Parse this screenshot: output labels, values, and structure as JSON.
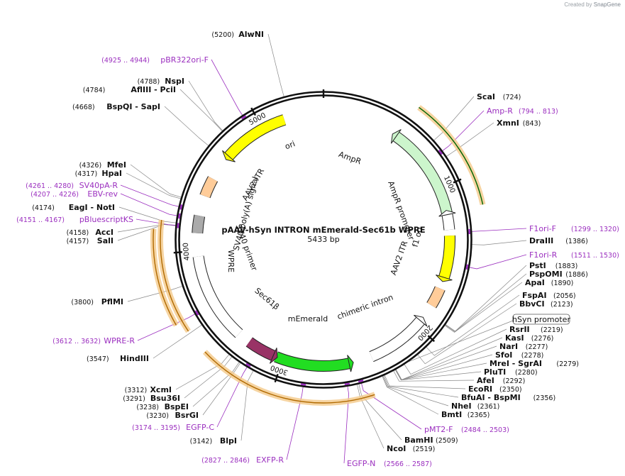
{
  "credit": {
    "prefix": "Created by",
    "brand": "SnapGene"
  },
  "plasmid": {
    "name": "pAAV-hSyn INTRON mEmerald-Sec61b WPRE",
    "size_label": "5433 bp",
    "length": 5433
  },
  "ticks": [
    {
      "pos": 0,
      "label": ""
    },
    {
      "pos": 1000,
      "label": "1000"
    },
    {
      "pos": 2000,
      "label": "2000"
    },
    {
      "pos": 3000,
      "label": "3000"
    },
    {
      "pos": 4000,
      "label": "4000"
    },
    {
      "pos": 5000,
      "label": "5000"
    }
  ],
  "features": [
    {
      "name": "ori",
      "start": 4700,
      "end": 5160,
      "dir": -1,
      "track": 0,
      "color": "#ffff00"
    },
    {
      "name": "AmpR",
      "start": 530,
      "end": 1180,
      "dir": -1,
      "track": 0,
      "color": "#ccf5cc"
    },
    {
      "name": "AmpR promoter",
      "start": 1185,
      "end": 1290,
      "dir": -1,
      "track": 0,
      "color": "#ffffff"
    },
    {
      "name": "f1 ori",
      "start": 1330,
      "end": 1620,
      "dir": 1,
      "track": 0,
      "color": "#ffff00"
    },
    {
      "name": "AAV2 ITR",
      "start": 1700,
      "end": 1830,
      "dir": 0,
      "track": 0,
      "color": "#ffcc99"
    },
    {
      "name": "chimeric intron",
      "start": 1960,
      "end": 2380,
      "dir": -1,
      "track": 0,
      "color": "#ffffff"
    },
    {
      "name": "mEmerald",
      "start": 2540,
      "end": 3050,
      "dir": -1,
      "track": 0,
      "color": "#22dd22"
    },
    {
      "name": "Sec61β",
      "start": 3070,
      "end": 3260,
      "dir": -1,
      "track": 0,
      "color": "#993366"
    },
    {
      "name": "WPRE",
      "start": 3350,
      "end": 3960,
      "dir": 0,
      "track": 0,
      "color": "#ffffff"
    },
    {
      "name": "SV40 poly(A) signal",
      "start": 4120,
      "end": 4240,
      "dir": 0,
      "track": 0,
      "color": "#aaaaaa"
    },
    {
      "name": "AAV2 ITR",
      "start": 4380,
      "end": 4510,
      "dir": 0,
      "track": 0,
      "color": "#ffcc99"
    },
    {
      "name": "AmpR-outer",
      "start": 540,
      "end": 1170,
      "dir": -1,
      "track": 1,
      "color": "#006400"
    },
    {
      "name": "mEmerald-outer",
      "start": 2440,
      "end": 3420,
      "dir": -1,
      "track": 1,
      "color": "#b06a00"
    },
    {
      "name": "WPRE-outer",
      "start": 3560,
      "end": 4180,
      "dir": 1,
      "track": 1,
      "color": "#b06a00"
    },
    {
      "name": "WPRE-outer2",
      "start": 3620,
      "end": 4130,
      "dir": 1,
      "track": 2,
      "color": "#b06a00"
    }
  ],
  "feature_labels": [
    {
      "text": "ori"
    },
    {
      "text": "AmpR"
    },
    {
      "text": "AmpR promoter"
    },
    {
      "text": "f1 ori"
    },
    {
      "text": "AAV2 ITR"
    },
    {
      "text": "chimeric intron"
    },
    {
      "text": "mEmerald"
    },
    {
      "text": "Sec61β"
    },
    {
      "text": "WPRE"
    },
    {
      "text": "SV40 poly(A) signal"
    },
    {
      "text": "AAV2 ITR"
    },
    {
      "text": "SV40 primer"
    }
  ],
  "sites_right": [
    {
      "name": "ScaI",
      "pos": "(724)",
      "bp": 724
    },
    {
      "name": "XmnI",
      "pos": "(843)",
      "bp": 843
    },
    {
      "name": "DraIII",
      "pos": "(1386)",
      "bp": 1386
    },
    {
      "name": "PstI",
      "pos": "(1883)",
      "bp": 1883
    },
    {
      "name": "PspOMI",
      "pos": "(1886)",
      "bp": 1886
    },
    {
      "name": "ApaI",
      "pos": "(1890)",
      "bp": 1890
    },
    {
      "name": "FspAI",
      "pos": "(2056)",
      "bp": 2056
    },
    {
      "name": "BbvCI",
      "pos": "(2123)",
      "bp": 2123
    },
    {
      "name": "RsrII",
      "pos": "(2219)",
      "bp": 2219
    },
    {
      "name": "KasI",
      "pos": "(2276)",
      "bp": 2276
    },
    {
      "name": "NarI",
      "pos": "(2277)",
      "bp": 2277
    },
    {
      "name": "SfoI",
      "pos": "(2278)",
      "bp": 2278
    },
    {
      "name": "MreI - SgrAI",
      "pos": "(2279)",
      "bp": 2279
    },
    {
      "name": "PluTI",
      "pos": "(2280)",
      "bp": 2280
    },
    {
      "name": "AfeI",
      "pos": "(2292)",
      "bp": 2292
    },
    {
      "name": "EcoRI",
      "pos": "(2350)",
      "bp": 2350
    },
    {
      "name": "BfuAI - BspMI",
      "pos": "(2356)",
      "bp": 2356
    },
    {
      "name": "NheI",
      "pos": "(2361)",
      "bp": 2361
    },
    {
      "name": "BmtI",
      "pos": "(2365)",
      "bp": 2365
    },
    {
      "name": "BamHI",
      "pos": "(2509)",
      "bp": 2509
    },
    {
      "name": "NcoI",
      "pos": "(2519)",
      "bp": 2519
    }
  ],
  "sites_left": [
    {
      "name": "AlwNI",
      "pos": "(5200)",
      "bp": 5200
    },
    {
      "name": "NspI",
      "pos": "(4788)",
      "bp": 4788
    },
    {
      "name": "AflIII - PciI",
      "pos": "(4784)",
      "bp": 4784
    },
    {
      "name": "BspQI - SapI",
      "pos": "(4668)",
      "bp": 4668
    },
    {
      "name": "MfeI",
      "pos": "(4326)",
      "bp": 4326
    },
    {
      "name": "HpaI",
      "pos": "(4317)",
      "bp": 4317
    },
    {
      "name": "EagI - NotI",
      "pos": "(4174)",
      "bp": 4174
    },
    {
      "name": "AccI",
      "pos": "(4158)",
      "bp": 4158
    },
    {
      "name": "SalI",
      "pos": "(4157)",
      "bp": 4157
    },
    {
      "name": "PflMI",
      "pos": "(3800)",
      "bp": 3800
    },
    {
      "name": "HindIII",
      "pos": "(3547)",
      "bp": 3547
    },
    {
      "name": "XcmI",
      "pos": "(3312)",
      "bp": 3312
    },
    {
      "name": "Bsu36I",
      "pos": "(3291)",
      "bp": 3291
    },
    {
      "name": "BspEI",
      "pos": "(3238)",
      "bp": 3238
    },
    {
      "name": "BsrGI",
      "pos": "(3230)",
      "bp": 3230
    },
    {
      "name": "BlpI",
      "pos": "(3142)",
      "bp": 3142
    }
  ],
  "primers": [
    {
      "name": "Amp-R",
      "pos": "(794 .. 813)",
      "bp": 803
    },
    {
      "name": "F1ori-F",
      "pos": "(1299 .. 1320)",
      "bp": 1310
    },
    {
      "name": "F1ori-R",
      "pos": "(1511 .. 1530)",
      "bp": 1520
    },
    {
      "name": "pMT2-F",
      "pos": "(2484 .. 2503)",
      "bp": 2493
    },
    {
      "name": "EGFP-N",
      "pos": "(2566 .. 2587)",
      "bp": 2576
    },
    {
      "name": "EXFP-R",
      "pos": "(2827 .. 2846)",
      "bp": 2836
    },
    {
      "name": "EGFP-C",
      "pos": "(3174 .. 3195)",
      "bp": 3184
    },
    {
      "name": "WPRE-R",
      "pos": "(3612 .. 3632)",
      "bp": 3622
    },
    {
      "name": "pBluescriptKS",
      "pos": "(4151 .. 4167)",
      "bp": 4159
    },
    {
      "name": "EBV-rev",
      "pos": "(4207 .. 4226)",
      "bp": 4216
    },
    {
      "name": "SV40pA-R",
      "pos": "(4261 .. 4280)",
      "bp": 4270
    },
    {
      "name": "pBR322ori-F",
      "pos": "(4925 .. 4944)",
      "bp": 4934
    }
  ],
  "promoter_box": {
    "text": "hSyn promoter"
  }
}
